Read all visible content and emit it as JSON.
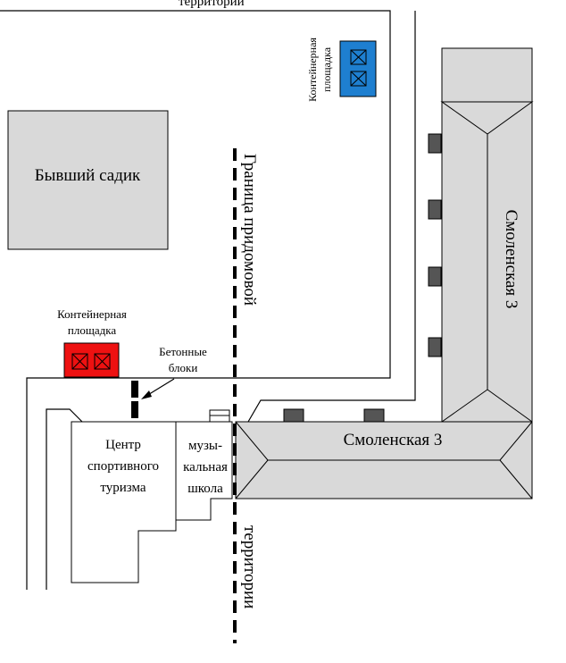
{
  "top_cut_text": "территории",
  "former_kindergarten": "Бывший садик",
  "container_site_top": [
    "Контейнерная",
    "площадка"
  ],
  "container_site_left": [
    "Контейнерная",
    "площадка"
  ],
  "concrete_blocks": [
    "Бетонные",
    "блоки"
  ],
  "boundary_label_top": "Граница придомовой",
  "boundary_label_bottom": "территории",
  "tourism_center": [
    "Центр",
    "спортивного",
    "туризма"
  ],
  "music_school": [
    "музы-",
    "кальная",
    "школа"
  ],
  "building_vertical": "Смоленская 3",
  "building_horizontal": "Смоленская 3",
  "colors": {
    "container_blue": "#1e7fd0",
    "container_red": "#ee1111",
    "building_gray": "#d9d9d9",
    "entrance_dark": "#555555"
  }
}
